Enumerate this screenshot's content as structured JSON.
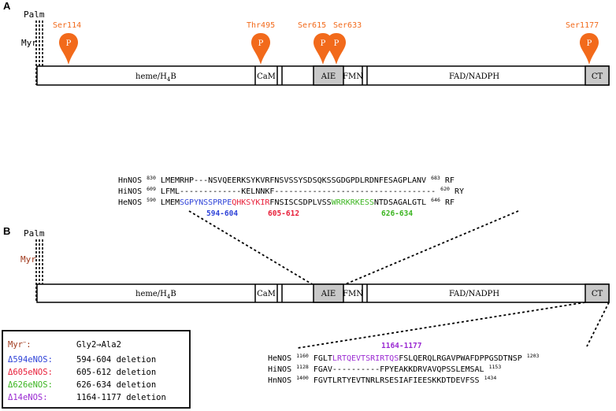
{
  "panel_a": {
    "label": "A",
    "palm": "Palm",
    "myr": "Myr",
    "phospho_sites": [
      "Ser114",
      "Thr495",
      "Ser615",
      "Ser633",
      "Ser1177"
    ],
    "p_symbol": "P",
    "domains": {
      "heme": "heme/H",
      "heme_sub": "4",
      "heme_tail": "B",
      "cam": "CaM",
      "aie": "AIE",
      "fmn": "FMN",
      "fad": "FAD/NADPH",
      "ct": "CT"
    }
  },
  "panel_b": {
    "label": "B",
    "palm": "Palm",
    "myr": "Myr",
    "domains": {
      "heme": "heme/H",
      "heme_sub": "4",
      "heme_tail": "B",
      "cam": "CaM",
      "aie": "AIE",
      "fmn": "FMN",
      "fad": "FAD/NADPH",
      "ct": "CT"
    }
  },
  "alignment_aie": {
    "hn": {
      "name": "HnNOS",
      "start": "830",
      "seq": "LMEMRHP---NSVQEERKSYKVRFNSVSSYSDSQKSSGDGPDLRDNFESAGPLANV",
      "end": "683",
      "tail": "RF"
    },
    "hi": {
      "name": "HiNOS",
      "start": "609",
      "seq": "LFML-------------KELNNKF----------------------------------",
      "end": "620",
      "tail": "RY"
    },
    "he": {
      "name": "HeNOS",
      "start": "590",
      "seg1": "LMEM",
      "blue": "SGPYNSSPRPE",
      "red": "QHKSYKIR",
      "seg2": "FNSISCSDPLVSS",
      "green": "WRRKRKESS",
      "seg3": "NTDSAGALGTL",
      "end": "646",
      "tail": "RF"
    },
    "region_blue": "594-604",
    "region_red": "605-612",
    "region_green": "626-634"
  },
  "alignment_ct": {
    "region_purple": "1164-1177",
    "he": {
      "name": "HeNOS",
      "start": "1160",
      "seg1": "FGLT",
      "purple": "LRTQEVTSRIRTQS",
      "seg2": "FSLQERQLRGAVPWAFDPPGSDTNSP",
      "end": "1203"
    },
    "hi": {
      "name": "HiNOS",
      "start": "1128",
      "seq": "FGAV----------FPYEAKKDRVAVQPSSLEMSAL",
      "end": "1153"
    },
    "hn": {
      "name": "HnNOS",
      "start": "1400",
      "seq": "FGVTLRTYEVTNRLRSESIAFIEESKKDTDEVFSS",
      "end": "1434"
    }
  },
  "legend": {
    "rows": [
      {
        "name": "Myr",
        "sup": "−",
        "desc": "Gly2→Ala2"
      },
      {
        "name": "Δ594eNOS",
        "sup": "",
        "desc": "594-604 deletion"
      },
      {
        "name": "Δ605eNOS",
        "sup": "",
        "desc": "605-612 deletion"
      },
      {
        "name": "Δ626eNOS",
        "sup": "",
        "desc": "626-634 deletion"
      },
      {
        "name": "Δ14eNOS",
        "sup": "",
        "desc": "1164-1177 deletion"
      }
    ]
  },
  "colors": {
    "orange": "#f26a1b",
    "myr_brown": "#a0391c",
    "blue": "#2f43d8",
    "red": "#e8203a",
    "green": "#3cb521",
    "purple": "#9b2bd2",
    "domain_gray": "#c8c8c8"
  }
}
